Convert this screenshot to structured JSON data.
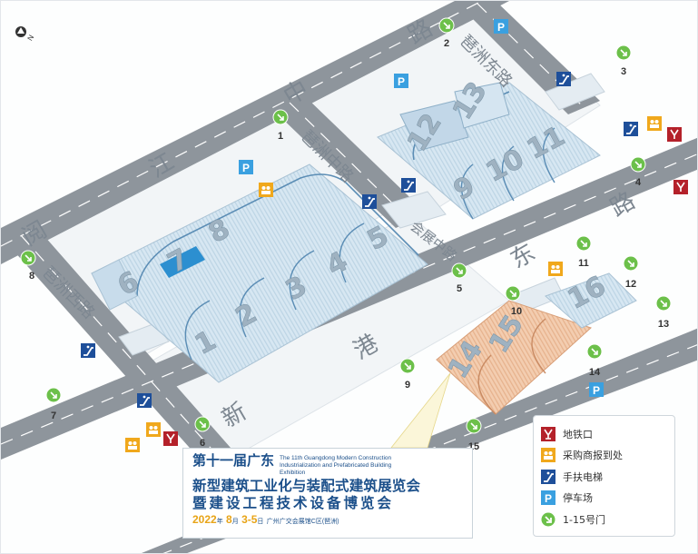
{
  "roads": {
    "north_road_a": "中",
    "north_road_b": "江",
    "north_road_c": "阅",
    "north_road_d": "路",
    "pazhou_east": "琶洲东路",
    "pazhou_middle": "琶洲中路",
    "pazhou_west": "琶洲西路",
    "jianghai": "会展中路",
    "south_road_a": "新",
    "south_road_b": "港",
    "south_road_c": "东",
    "south_road_d": "路"
  },
  "compass": {
    "label": "N"
  },
  "halls": [
    "1",
    "2",
    "3",
    "4",
    "5",
    "6",
    "7",
    "8",
    "9",
    "10",
    "11",
    "12",
    "13",
    "14",
    "15",
    "16"
  ],
  "gates": [
    "1",
    "2",
    "3",
    "4",
    "5",
    "6",
    "7",
    "8",
    "9",
    "10",
    "11",
    "12",
    "13",
    "14",
    "15"
  ],
  "title": {
    "line1": "第十一届广东",
    "english": "The 11th Guangdong Modern Construction Industrialization and Prefabricated Building Exhibition",
    "line2": "新型建筑工业化与装配式建筑展览会",
    "line3": "暨建设工程技术设备博览会",
    "date_year": "2022",
    "date_year_unit": "年",
    "date_month": "8",
    "date_month_unit": "月",
    "date_days": "3-5",
    "date_day_unit": "日",
    "venue": "广州广交会展馆C区(琶洲)"
  },
  "legend": {
    "metro": "地铁口",
    "registration": "采购商报到处",
    "escalator": "手扶电梯",
    "parking": "停车场",
    "gates": "1-15号门"
  },
  "colors": {
    "road": "#8e959c",
    "hall": "#dcebf5",
    "hall_highlight": "#f2c8a8",
    "gate": "#6cc04a",
    "parking": "#3aa0e0",
    "metro": "#b4212a",
    "escalator": "#1e4f9a",
    "registration": "#f0a81c",
    "title": "#1b4f8a",
    "date": "#e8a417"
  },
  "parking_label": "P"
}
